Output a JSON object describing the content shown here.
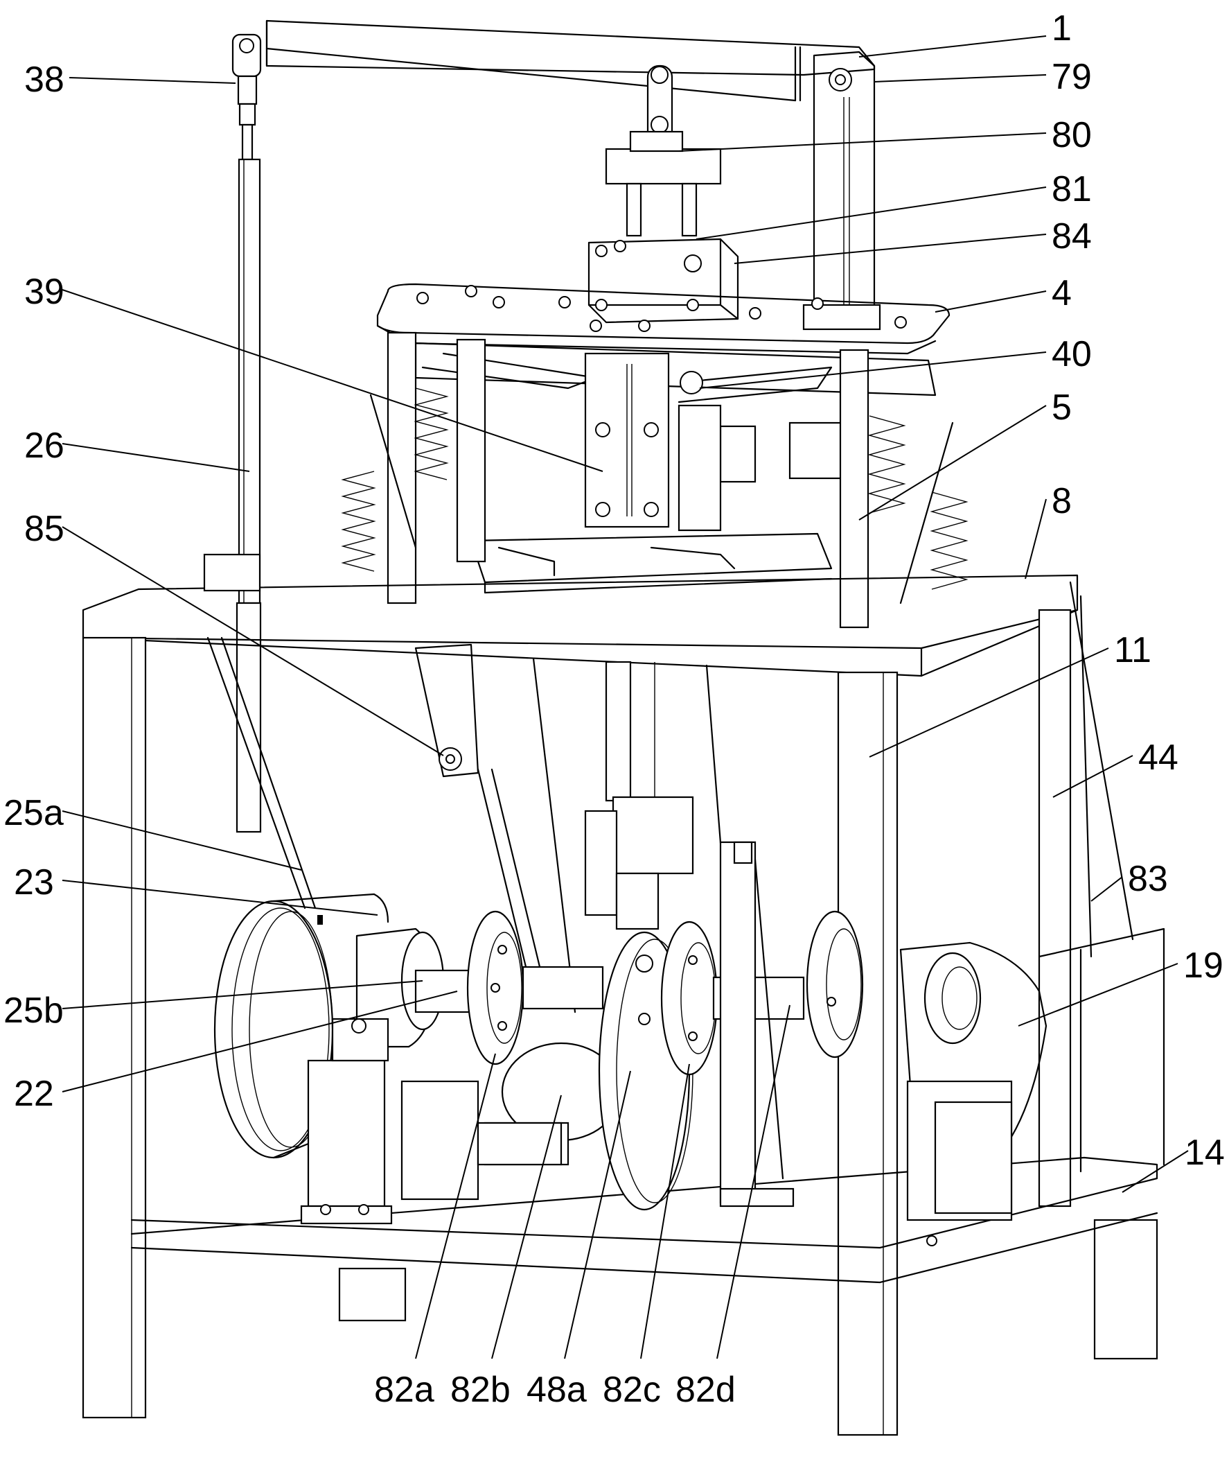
{
  "figure": {
    "callouts": [
      {
        "id": "c1",
        "text": "1"
      },
      {
        "id": "c79",
        "text": "79"
      },
      {
        "id": "c80",
        "text": "80"
      },
      {
        "id": "c81",
        "text": "81"
      },
      {
        "id": "c84",
        "text": "84"
      },
      {
        "id": "c4",
        "text": "4"
      },
      {
        "id": "c40",
        "text": "40"
      },
      {
        "id": "c5",
        "text": "5"
      },
      {
        "id": "c8",
        "text": "8"
      },
      {
        "id": "c11",
        "text": "11"
      },
      {
        "id": "c44",
        "text": "44"
      },
      {
        "id": "c83",
        "text": "83"
      },
      {
        "id": "c19",
        "text": "19"
      },
      {
        "id": "c14",
        "text": "14"
      },
      {
        "id": "c38",
        "text": "38"
      },
      {
        "id": "c39",
        "text": "39"
      },
      {
        "id": "c26",
        "text": "26"
      },
      {
        "id": "c85",
        "text": "85"
      },
      {
        "id": "c25a",
        "text": "25a"
      },
      {
        "id": "c23",
        "text": "23"
      },
      {
        "id": "c25b",
        "text": "25b"
      },
      {
        "id": "c22",
        "text": "22"
      },
      {
        "id": "c82a",
        "text": "82a"
      },
      {
        "id": "c82b",
        "text": "82b"
      },
      {
        "id": "c48a",
        "text": "48a"
      },
      {
        "id": "c82c",
        "text": "82c"
      },
      {
        "id": "c82d",
        "text": "82d"
      }
    ]
  }
}
